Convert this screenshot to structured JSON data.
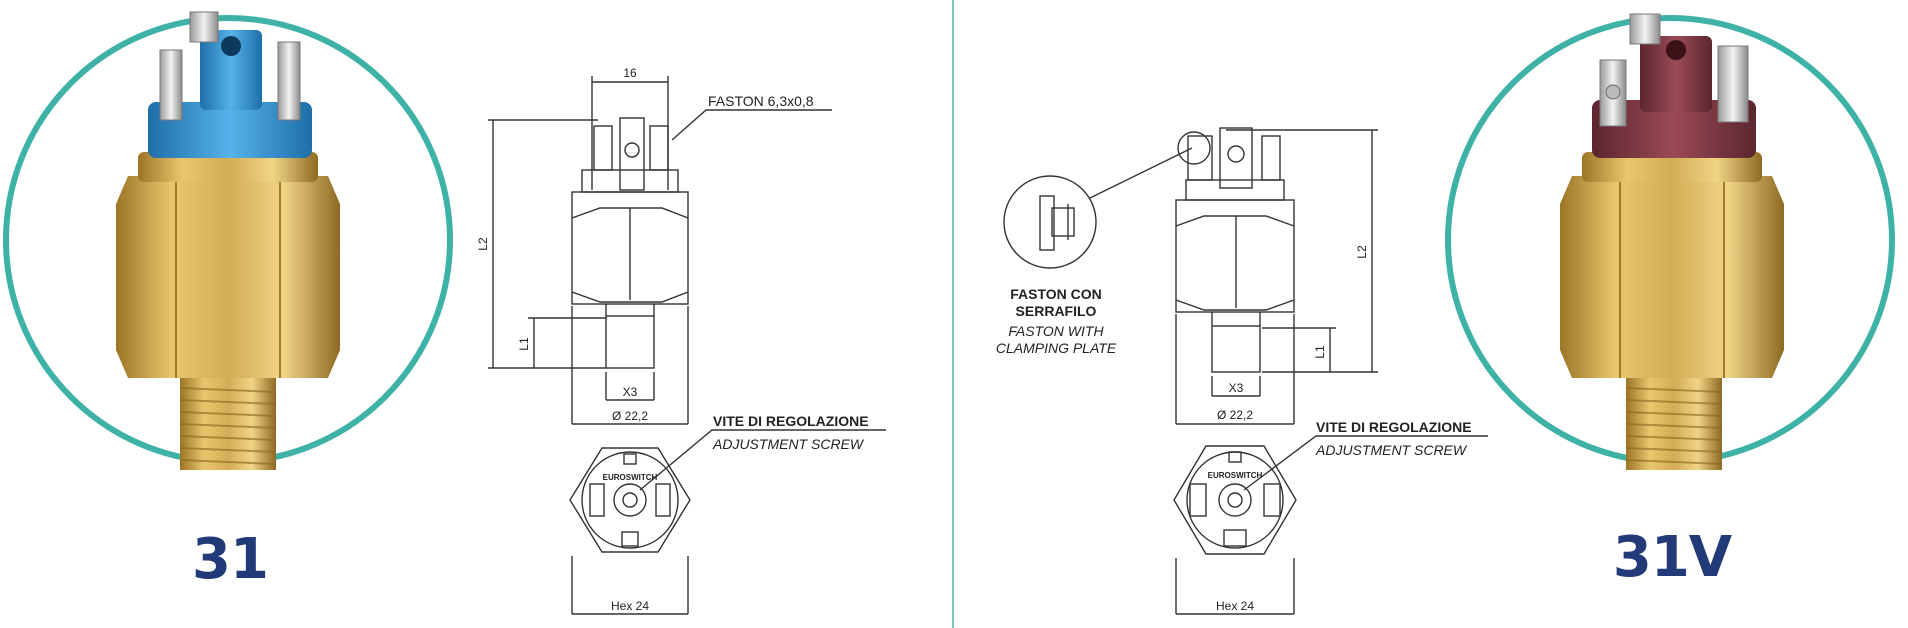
{
  "colors": {
    "divider": "#7fc8c4",
    "circle": "#3fb2a7",
    "model_label": "#233a78",
    "brass": "#c9a24a",
    "cap_blue": "#2f8fce",
    "cap_maroon": "#7a3540",
    "line": "#333333"
  },
  "left_panel": {
    "model": "31",
    "drawing": {
      "dim_top": "16",
      "dim_height": "L2",
      "dim_thread_height": "L1",
      "dim_thread": "X3",
      "dim_diameter": "Ø 22,2",
      "dim_hex": "Hex 24",
      "faston_label": "FASTON 6,3x0,8",
      "screw_label_it": "VITE DI REGOLAZIONE",
      "screw_label_en": "ADJUSTMENT SCREW",
      "brand_mark": "EUROSWITCH"
    }
  },
  "right_panel": {
    "model": "31V",
    "drawing": {
      "dim_height": "L2",
      "dim_thread_height": "L1",
      "dim_thread": "X3",
      "dim_diameter": "Ø 22,2",
      "dim_hex": "Hex 24",
      "faston_label_it_1": "FASTON CON",
      "faston_label_it_2": "SERRAFILO",
      "faston_label_en_1": "FASTON WITH",
      "faston_label_en_2": "CLAMPING PLATE",
      "screw_label_it": "VITE DI REGOLAZIONE",
      "screw_label_en": "ADJUSTMENT SCREW",
      "brand_mark": "EUROSWITCH"
    }
  }
}
